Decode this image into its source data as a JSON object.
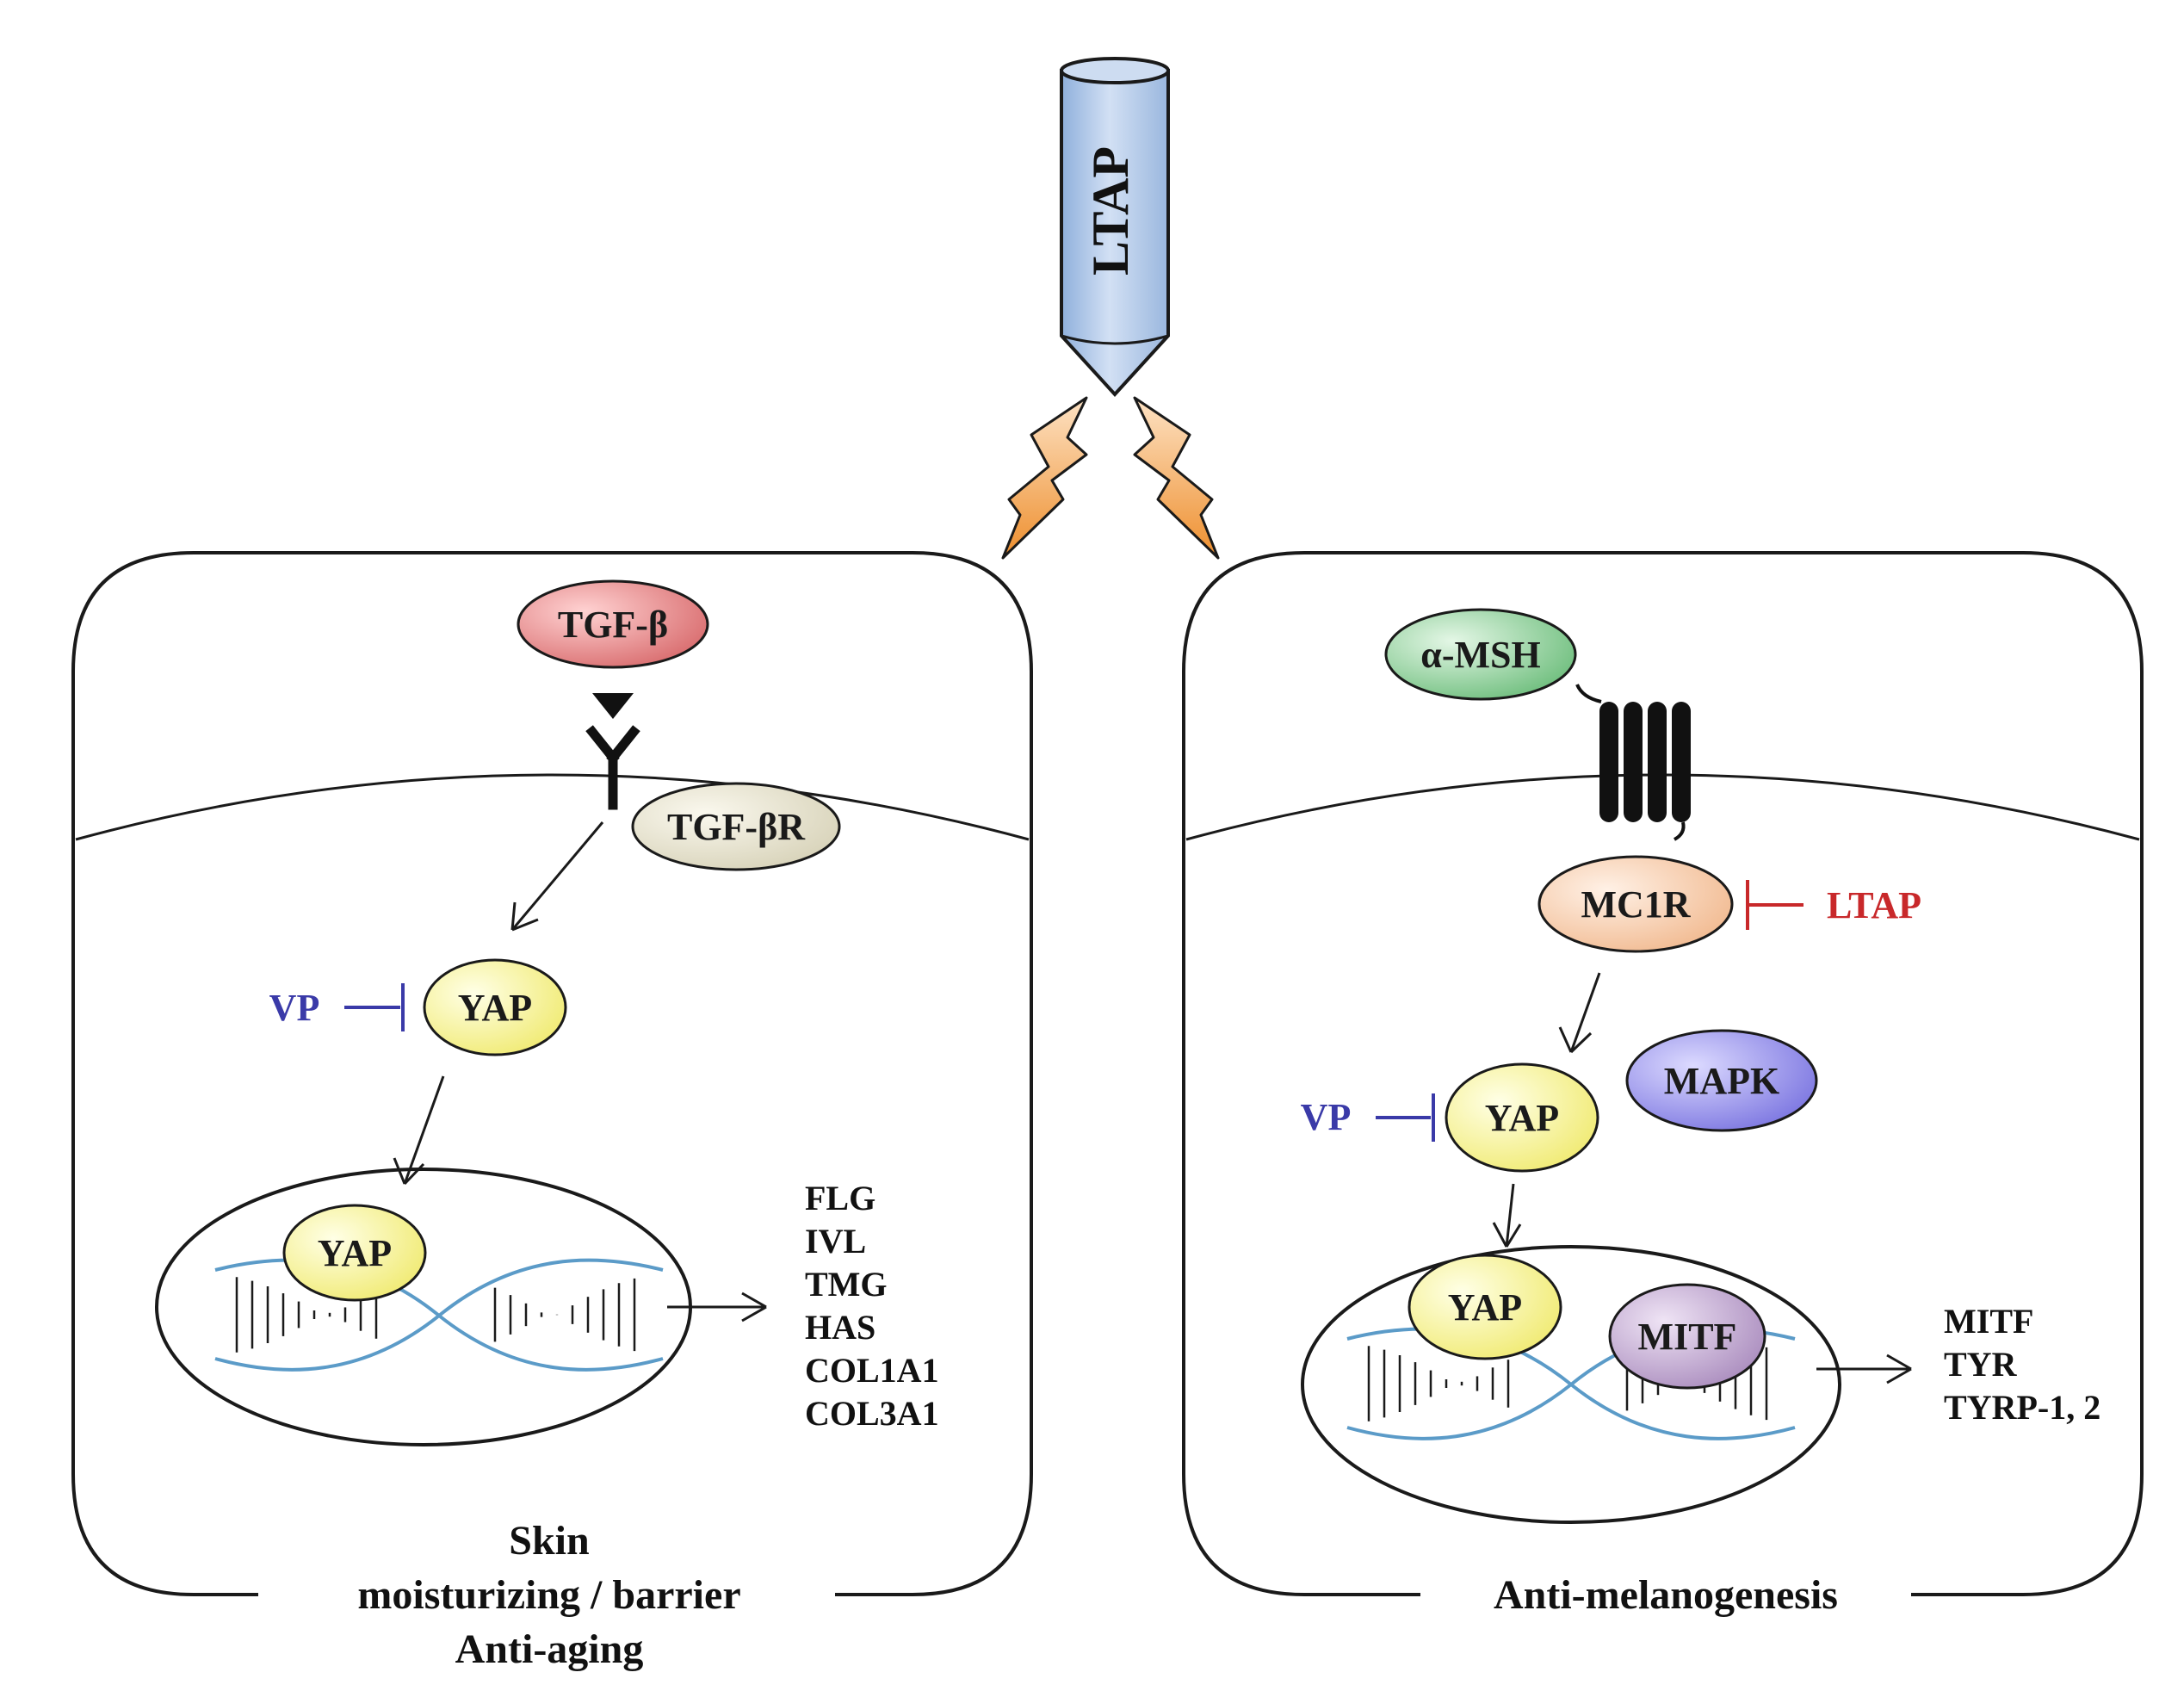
{
  "top": {
    "device_label": "LTAP"
  },
  "left_cell": {
    "ligand": "TGF-β",
    "receptor": "TGF-βR",
    "inhibitor": "VP",
    "yap": "YAP",
    "nucleus_yap": "YAP",
    "genes": [
      "FLG",
      "IVL",
      "TMG",
      "HAS",
      "COL1A1",
      "COL3A1"
    ],
    "outcome": [
      "Skin",
      "moisturizing / barrier",
      "Anti-aging"
    ]
  },
  "right_cell": {
    "ligand": "α-MSH",
    "receptor": "MC1R",
    "receptor_inhibitor": "LTAP",
    "inhibitor": "VP",
    "yap": "YAP",
    "kinase": "MAPK",
    "nucleus_yap": "YAP",
    "nucleus_tf": "MITF",
    "genes": [
      "MITF",
      "TYR",
      "TYRP-1, 2"
    ],
    "outcome": [
      "Anti-melanogenesis"
    ]
  },
  "colors": {
    "tgf_beta": "#e07f80",
    "tgf_beta_r": "#dedbc6",
    "yap": "#f5f08a",
    "alpha_msh": "#7fc98c",
    "mc1r": "#f6c9a8",
    "mapk": "#8b86e8",
    "mitf": "#b89cc8",
    "device": "#b8cdea",
    "spark": "#f0a24a",
    "dna": "#5b9bc8",
    "vp_text": "#3a3aa8",
    "ltap_text": "#c8282a"
  }
}
